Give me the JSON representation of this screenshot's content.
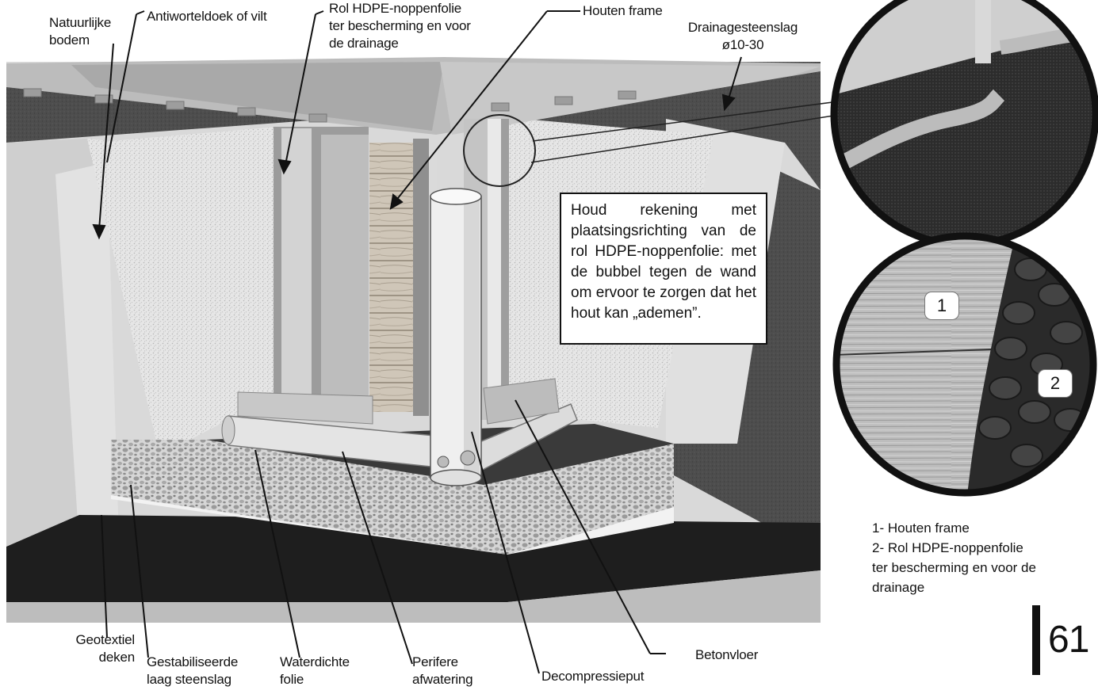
{
  "labels": {
    "natuurlijke_bodem": "Natuurlijke\nbodem",
    "antiworteldoek": "Antiworteldoek of vilt",
    "rol_hdpe": "Rol HDPE-noppenfolie\nter bescherming en voor\nde drainage",
    "houten_frame": "Houten frame",
    "drainagesteenslag": "Drainagesteenslag\nø10-30",
    "geotextiel": "Geotextiel\ndeken",
    "gestabiliseerde": "Gestabiliseerde\nlaag steenslag",
    "waterdichte": "Waterdichte\nfolie",
    "perifere": "Perifere\nafwatering",
    "decompressieput": "Decompressieput",
    "betonvloer": "Betonvloer"
  },
  "note": "Houd rekening met plaatsingsrichting van de rol HDPE-noppenfolie: met de bubbel tegen de wand om ervoor te zorgen dat het hout kan „ademen”.",
  "detail_badges": {
    "one": "1",
    "two": "2"
  },
  "legend": {
    "item1": "1- Houten frame",
    "item2_line1": "2- Rol HDPE-noppenfolie",
    "item2_line2": "ter bescherming en voor de",
    "item2_line3": "drainage"
  },
  "page_number": "61"
}
